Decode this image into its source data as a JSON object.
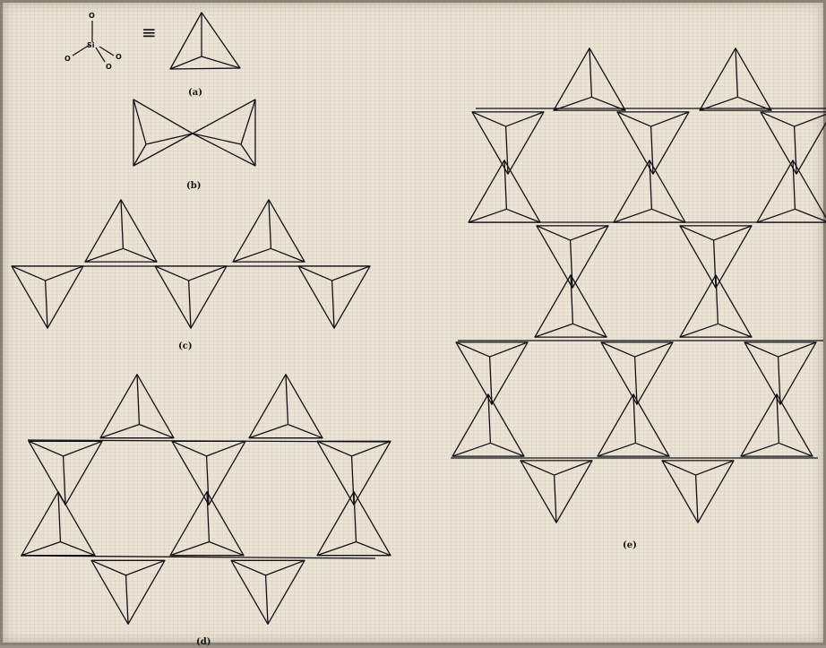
{
  "figure": {
    "silicate_formula": {
      "center_atom": "Si",
      "ligand_atom": "O",
      "equivalence_symbol": "≡"
    },
    "panel_labels": {
      "a": "(a)",
      "b": "(b)",
      "c": "(c)",
      "d": "(d)",
      "e": "(e)"
    },
    "line_color": "#111111",
    "paper_color": "#ebe4d6"
  }
}
